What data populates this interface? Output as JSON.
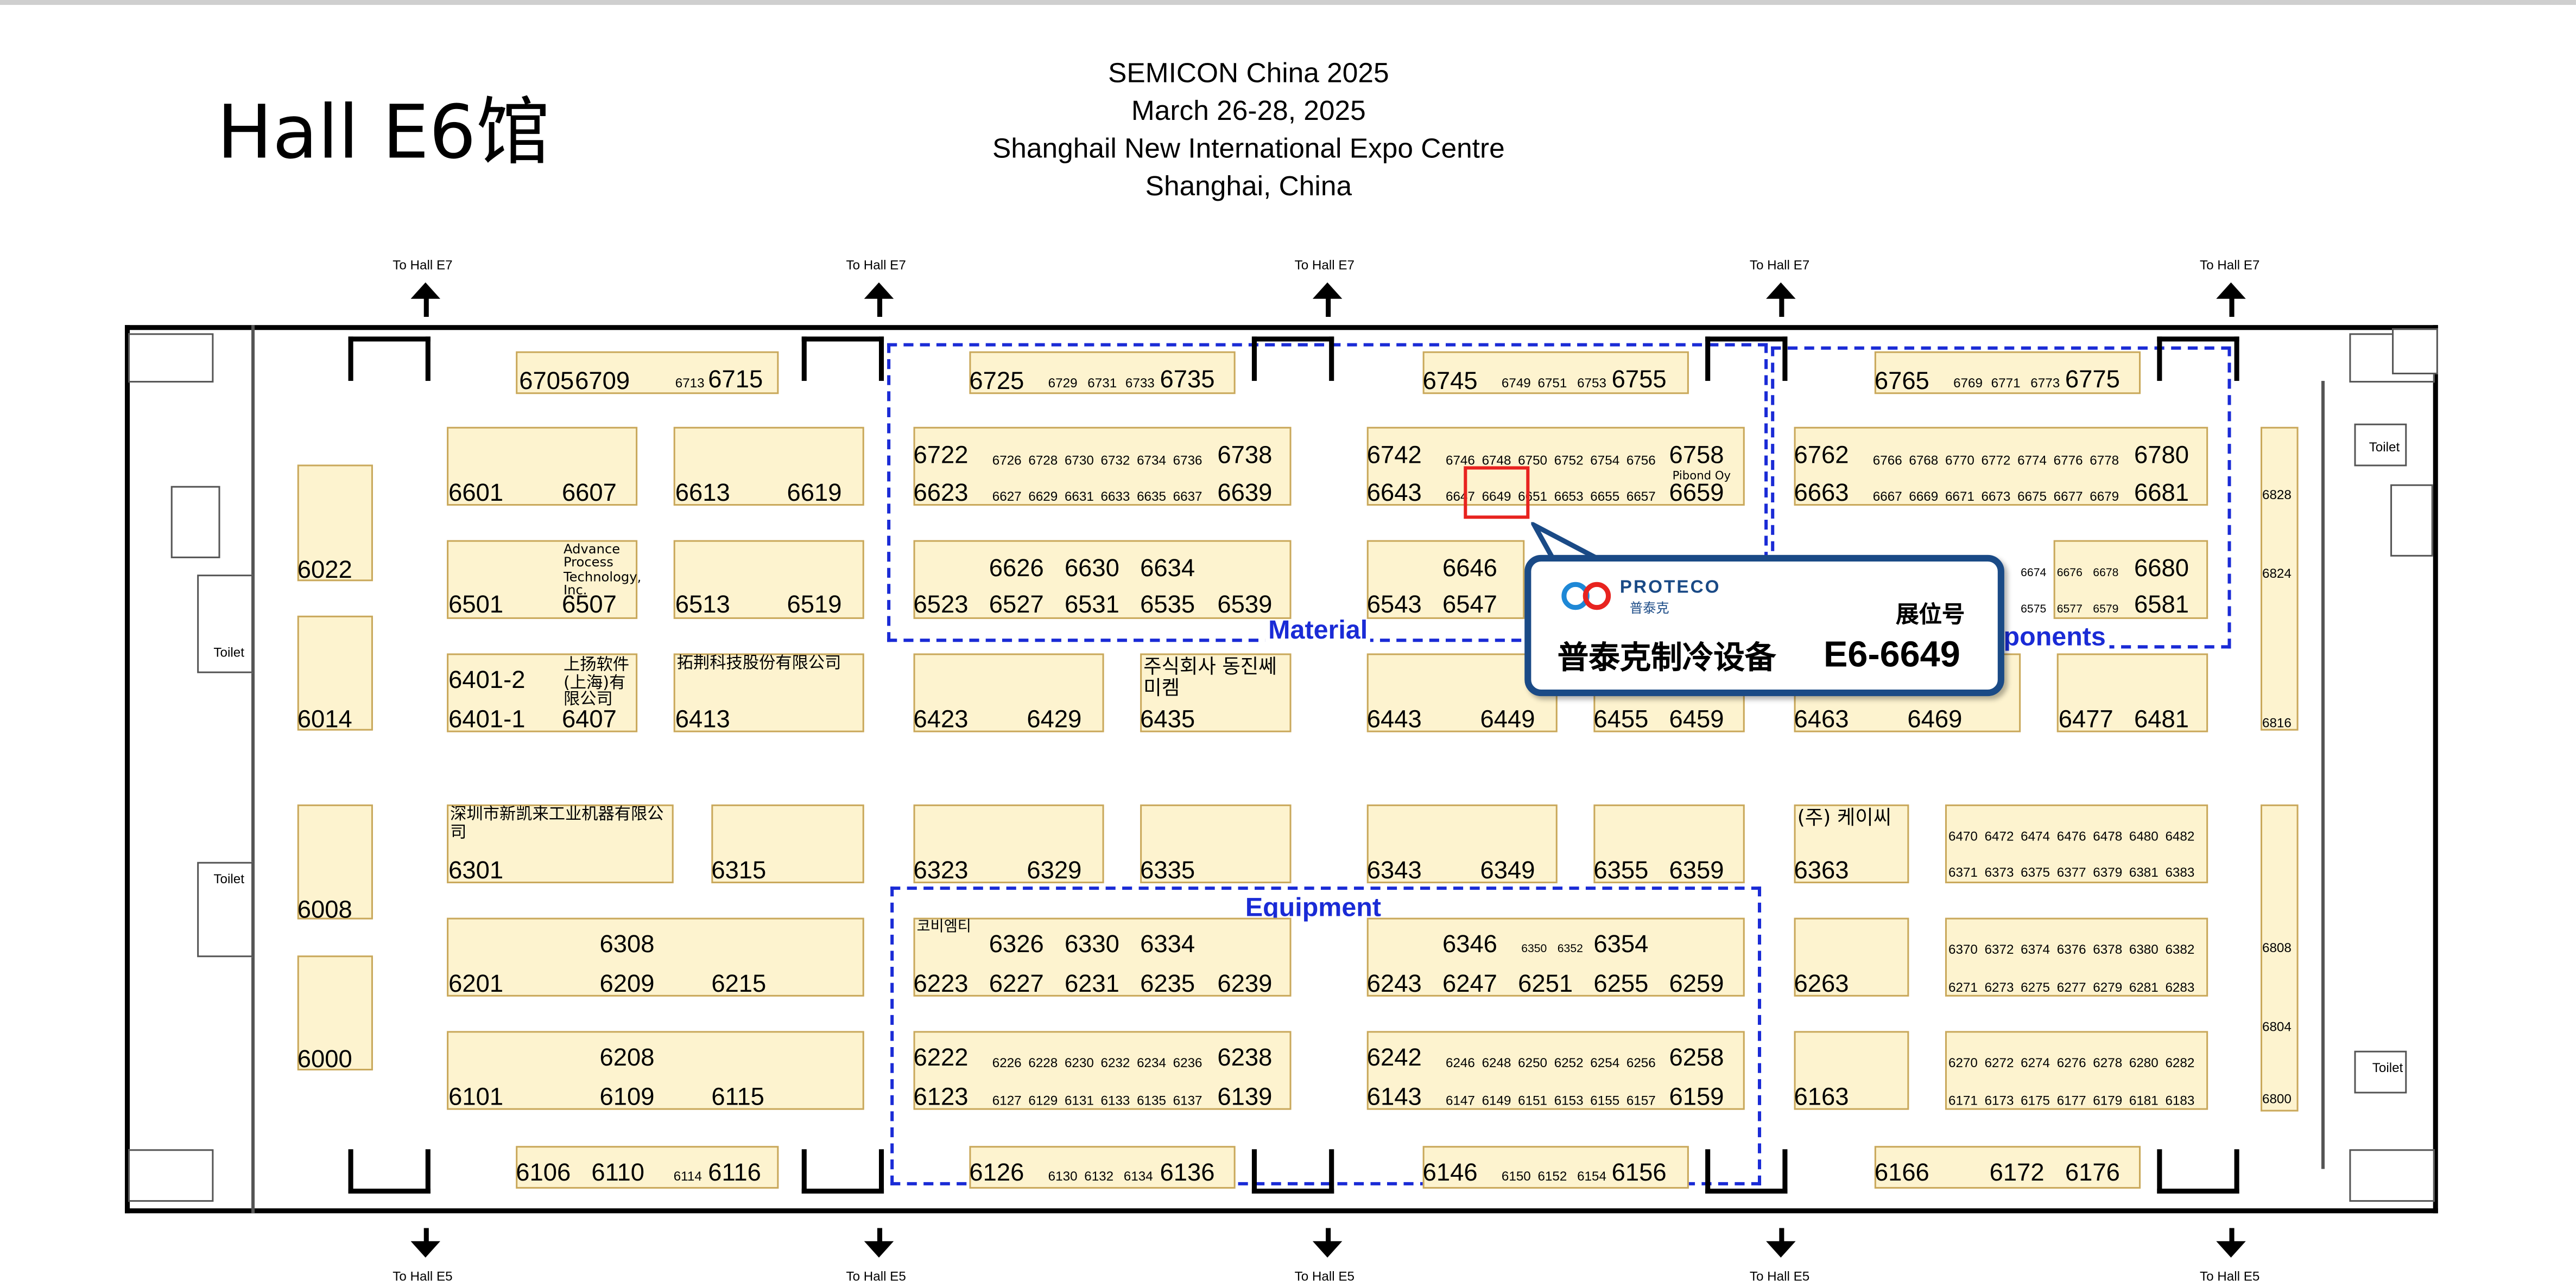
{
  "hall_title": "Hall E6馆",
  "event": {
    "name": "SEMICON China 2025",
    "dates": "March 26-28, 2025",
    "venue": "Shanghail New International Expo Centre",
    "city": "Shanghai, China"
  },
  "exits": {
    "north": "To Hall E7",
    "south": "To Hall E5"
  },
  "zones": {
    "material": "Material",
    "equipment": "Equipment",
    "components": "Components"
  },
  "toilet_label": "Toilet",
  "callout": {
    "brand": "PROTECO",
    "brand_cn": "普泰克",
    "booth_label": "展位号",
    "company": "普泰克制冷设备",
    "booth_number": "E6-6649"
  },
  "highlighted_booth": "6649",
  "booth_label_texts": {
    "6507": "Advance Process Technology, Inc.",
    "6407": "上扬软件(上海)有限公司",
    "6413": "拓荆科技股份有限公司",
    "6435": "주식회사 동진쎄미켐",
    "6301": "深圳市新凯来工业机器有限公司",
    "6363": "(주) 케이씨",
    "6223": "코비엠티",
    "6659": "Pibond Oy"
  },
  "booths_visible": [
    "6705",
    "6709",
    "6713",
    "6715",
    "6725",
    "6729",
    "6731",
    "6733",
    "6735",
    "6745",
    "6749",
    "6751",
    "6753",
    "6755",
    "6765",
    "6769",
    "6771",
    "6773",
    "6775",
    "6601",
    "6607",
    "6613",
    "6619",
    "6722",
    "6726",
    "6728",
    "6730",
    "6732",
    "6734",
    "6736",
    "6738",
    "6623",
    "6627",
    "6629",
    "6631",
    "6633",
    "6635",
    "6637",
    "6639",
    "6742",
    "6746",
    "6748",
    "6750",
    "6752",
    "6754",
    "6756",
    "6758",
    "6643",
    "6647",
    "6649",
    "6651",
    "6653",
    "6655",
    "6657",
    "6659",
    "6762",
    "6766",
    "6768",
    "6770",
    "6772",
    "6774",
    "6776",
    "6778",
    "6780",
    "6663",
    "6667",
    "6669",
    "6671",
    "6673",
    "6675",
    "6677",
    "6679",
    "6681",
    "6828",
    "6022",
    "6501",
    "6507",
    "6513",
    "6519",
    "6626",
    "6630",
    "6634",
    "6523",
    "6527",
    "6531",
    "6535",
    "6539",
    "6646",
    "6543",
    "6547",
    "6674",
    "6676",
    "6678",
    "6680",
    "6575",
    "6577",
    "6579",
    "6581",
    "6824",
    "6401-2",
    "6401-1",
    "6407",
    "6413",
    "6423",
    "6429",
    "6435",
    "6443",
    "6449",
    "6455",
    "6459",
    "6463",
    "6469",
    "6477",
    "6481",
    "6014",
    "6816",
    "6301",
    "6315",
    "6323",
    "6329",
    "6335",
    "6343",
    "6349",
    "6355",
    "6359",
    "6363",
    "6470",
    "6472",
    "6474",
    "6476",
    "6478",
    "6480",
    "6482",
    "6371",
    "6373",
    "6375",
    "6377",
    "6379",
    "6381",
    "6383",
    "6008",
    "6308",
    "6326",
    "6330",
    "6334",
    "6346",
    "6350",
    "6352",
    "6354",
    "6201",
    "6209",
    "6215",
    "6223",
    "6227",
    "6231",
    "6235",
    "6239",
    "6243",
    "6247",
    "6251",
    "6255",
    "6259",
    "6263",
    "6370",
    "6372",
    "6374",
    "6376",
    "6378",
    "6380",
    "6382",
    "6271",
    "6273",
    "6275",
    "6277",
    "6279",
    "6281",
    "6283",
    "6808",
    "6000",
    "6804",
    "6208",
    "6222",
    "6226",
    "6228",
    "6230",
    "6232",
    "6234",
    "6236",
    "6238",
    "6242",
    "6246",
    "6248",
    "6250",
    "6252",
    "6254",
    "6256",
    "6258",
    "6270",
    "6272",
    "6274",
    "6276",
    "6278",
    "6280",
    "6282",
    "6101",
    "6109",
    "6115",
    "6123",
    "6127",
    "6129",
    "6131",
    "6133",
    "6135",
    "6137",
    "6139",
    "6143",
    "6147",
    "6149",
    "6151",
    "6153",
    "6155",
    "6157",
    "6159",
    "6163",
    "6171",
    "6173",
    "6175",
    "6177",
    "6179",
    "6181",
    "6183",
    "6800",
    "6106",
    "6110",
    "6114",
    "6116",
    "6126",
    "6130",
    "6132",
    "6134",
    "6136",
    "6146",
    "6150",
    "6152",
    "6154",
    "6156",
    "6166",
    "6172",
    "6176"
  ],
  "colors": {
    "booth_fill": "#fdf3cf",
    "booth_border": "#c9a85b",
    "zone_border": "#1a2bd6",
    "highlight": "#e8231f",
    "callout_border": "#1a4a86"
  }
}
